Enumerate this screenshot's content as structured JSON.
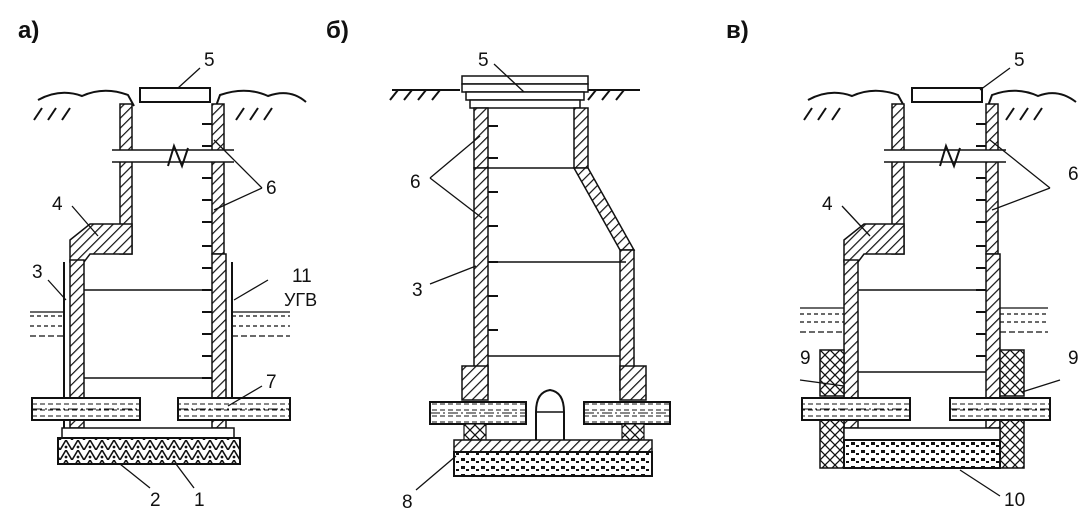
{
  "panels": [
    {
      "id": "a",
      "label": "а)"
    },
    {
      "id": "b",
      "label": "б)"
    },
    {
      "id": "v",
      "label": "в)"
    }
  ],
  "callouts": {
    "a": {
      "n1": "1",
      "n2": "2",
      "n3": "3",
      "n4": "4",
      "n5": "5",
      "n6": "6",
      "n7": "7",
      "n11": "11",
      "ugv": "УГВ"
    },
    "b": {
      "n3": "3",
      "n5": "5",
      "n6": "6",
      "n8": "8"
    },
    "v": {
      "n4": "4",
      "n5": "5",
      "n6": "6",
      "n9a": "9",
      "n9b": "9",
      "n10": "10"
    }
  },
  "colors": {
    "ink": "#111111",
    "paper": "#ffffff"
  }
}
